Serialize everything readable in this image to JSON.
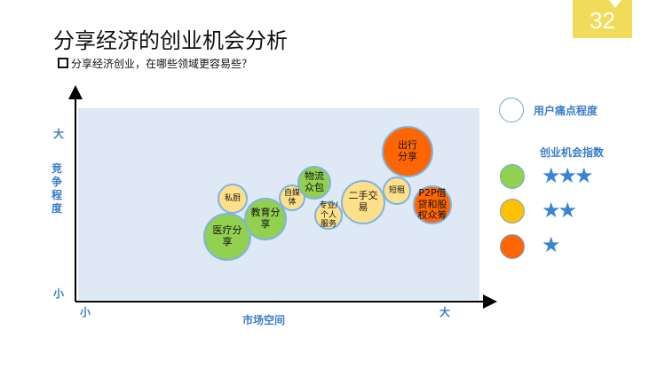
{
  "slide_number": "32",
  "title": "分享经济的创业机会分析",
  "subtitle": "分享经济创业，在哪些领域更容易些？",
  "axes": {
    "y_label": "竞争程度",
    "y_high": "大",
    "y_low": "小",
    "x_label": "市场空间",
    "x_low": "小",
    "x_high": "大"
  },
  "bubbles": [
    {
      "label": "私厨",
      "index": 2
    },
    {
      "label": "医疗分享",
      "index": 3
    },
    {
      "label": "教育分享",
      "index": 3
    },
    {
      "label": "自媒体",
      "index": 2
    },
    {
      "label": "物流众包",
      "index": 3
    },
    {
      "label": "专业/个人服务",
      "index": 2
    },
    {
      "label": "二手交易",
      "index": 2
    },
    {
      "label": "短租",
      "index": 2
    },
    {
      "label": "出行分享",
      "index": 1
    },
    {
      "label": "P2P借贷和股权众筹",
      "index": 1
    }
  ],
  "legend": {
    "size_label": "用户痛点程度",
    "color_title": "创业机会指数",
    "items": [
      {
        "color": "#92D050",
        "stars": "★★★"
      },
      {
        "color": "#FFC000",
        "stars": "★★"
      },
      {
        "color": "#FF6600",
        "stars": "★"
      }
    ]
  },
  "colors": {
    "green": "#92D050",
    "yellow": "#FFE08A",
    "orange": "#FF6600",
    "badge": "#F0DC5A"
  }
}
